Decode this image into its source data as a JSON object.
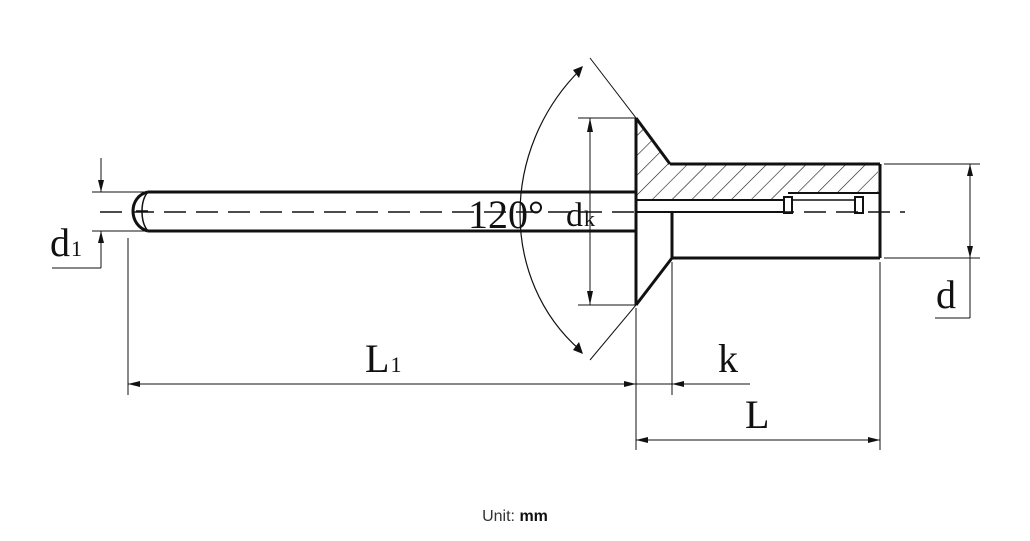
{
  "labels": {
    "d1": {
      "main": "d",
      "sub": "1"
    },
    "angle": "120°",
    "dk": {
      "main": "d",
      "sub": "k"
    },
    "L1": {
      "main": "L",
      "sub": "1"
    },
    "k": "k",
    "L": "L",
    "d": "d"
  },
  "caption": {
    "prefix": "Unit:",
    "unit": "mm"
  }
}
